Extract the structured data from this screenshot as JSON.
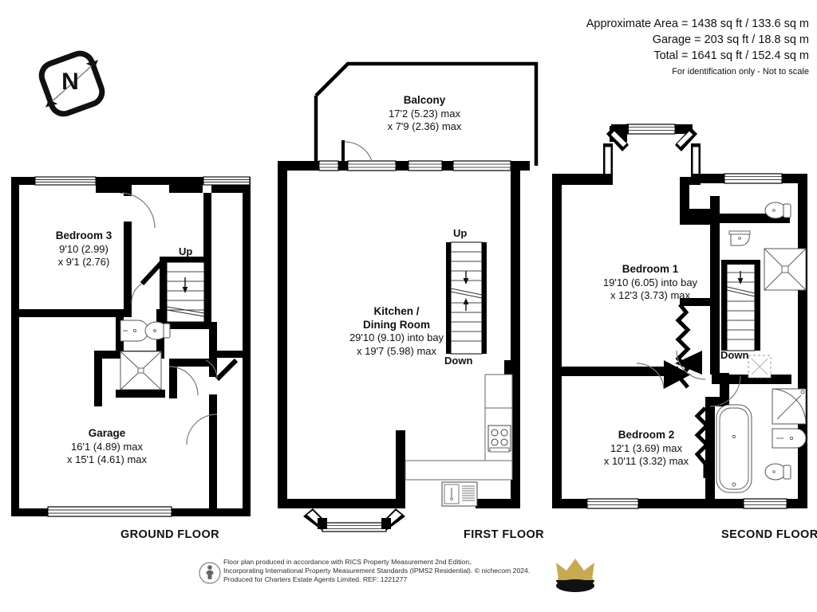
{
  "header": {
    "approximate_area": "Approximate Area = 1438 sq ft / 133.6 sq m",
    "garage_area": "Garage = 203 sq ft / 18.8 sq m",
    "total_area": "Total = 1641 sq ft / 152.4 sq m",
    "disclaimer": "For identification only - Not to scale"
  },
  "compass": {
    "label": "N"
  },
  "floors": [
    {
      "id": "ground",
      "title": "GROUND FLOOR",
      "rooms": [
        {
          "name": "Bedroom 3",
          "dim1": "9'10 (2.99)",
          "dim2": "x 9'1 (2.76)"
        },
        {
          "name": "Garage",
          "dim1": "16'1 (4.89) max",
          "dim2": "x 15'1 (4.61) max"
        }
      ],
      "stairs": [
        {
          "label": "Up"
        }
      ]
    },
    {
      "id": "first",
      "title": "FIRST FLOOR",
      "rooms": [
        {
          "name": "Balcony",
          "dim1": "17'2 (5.23) max",
          "dim2": "x 7'9 (2.36) max"
        },
        {
          "name": "Kitchen /",
          "name2": "Dining Room",
          "dim1": "29'10 (9.10) into bay",
          "dim2": "x 19'7 (5.98) max"
        }
      ],
      "stairs": [
        {
          "label": "Up"
        },
        {
          "label": "Down"
        }
      ]
    },
    {
      "id": "second",
      "title": "SECOND FLOOR",
      "rooms": [
        {
          "name": "Bedroom 1",
          "dim1": "19'10 (6.05) into bay",
          "dim2": "x 12'3 (3.73) max"
        },
        {
          "name": "Bedroom 2",
          "dim1": "12'1 (3.69) max",
          "dim2": "x 10'11 (3.32) max"
        }
      ],
      "stairs": [
        {
          "label": "Down"
        }
      ]
    }
  ],
  "footer": {
    "line1": "Floor plan produced in accordance with RICS Property Measurement 2nd Edition,",
    "line2": "Incorporating International Property Measurement Standards (IPMS2 Residential).   © nichecom 2024.",
    "line3": "Produced for Charters Estate Agents Limited.   REF: 1221277"
  },
  "colors": {
    "wall": "#000000",
    "fixture_line": "#555555",
    "crown_gold": "#c8a951",
    "crown_base": "#111111",
    "text": "#111111"
  }
}
